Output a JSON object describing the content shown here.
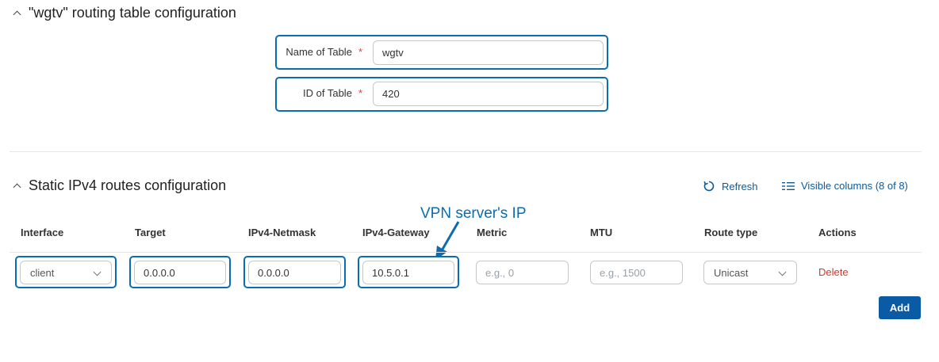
{
  "routing_table": {
    "title": "\"wgtv\" routing table configuration",
    "name_label": "Name of Table",
    "name_value": "wgtv",
    "id_label": "ID of Table",
    "id_value": "420",
    "required_mark": "*"
  },
  "static_routes": {
    "title": "Static IPv4 routes configuration",
    "refresh_label": "Refresh",
    "visible_columns_label": "Visible columns (8 of 8)",
    "columns": [
      "Interface",
      "Target",
      "IPv4-Netmask",
      "IPv4-Gateway",
      "Metric",
      "MTU",
      "Route type",
      "Actions"
    ],
    "row": {
      "interface": "client",
      "target": "0.0.0.0",
      "netmask": "0.0.0.0",
      "gateway": "10.5.0.1",
      "metric_placeholder": "e.g., 0",
      "mtu_placeholder": "e.g., 1500",
      "route_type": "Unicast",
      "delete_label": "Delete"
    },
    "add_label": "Add"
  },
  "annotation": {
    "text": "VPN server's IP",
    "color": "#0b6cb0"
  },
  "colors": {
    "accent": "#0b5aa6",
    "highlight": "#0b6cb0",
    "danger": "#d0392b"
  }
}
